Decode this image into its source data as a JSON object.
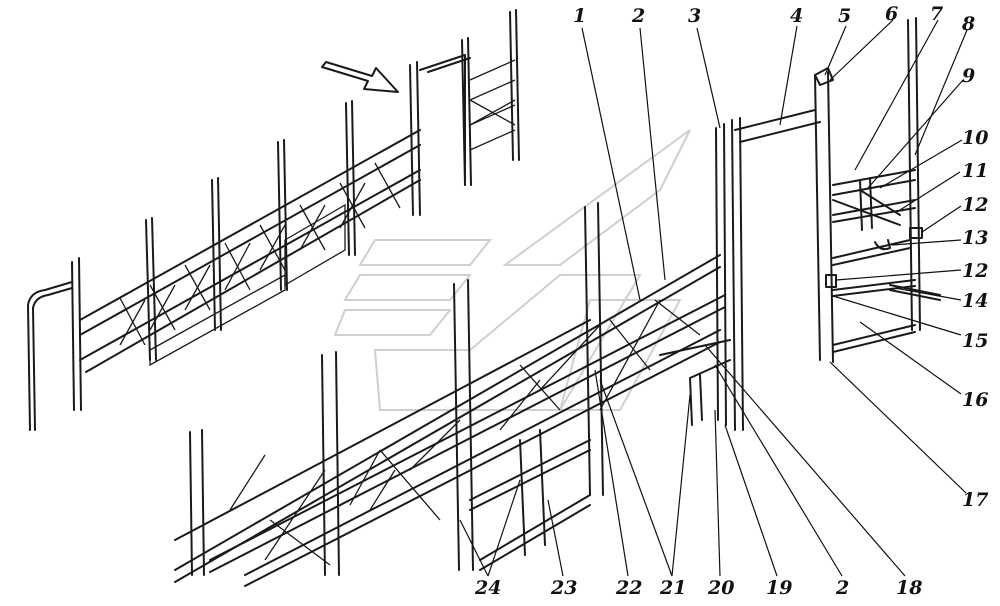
{
  "callouts": [
    {
      "id": "c1",
      "text": "1"
    },
    {
      "id": "c2a",
      "text": "2"
    },
    {
      "id": "c3",
      "text": "3"
    },
    {
      "id": "c4",
      "text": "4"
    },
    {
      "id": "c5",
      "text": "5"
    },
    {
      "id": "c6",
      "text": "6"
    },
    {
      "id": "c7",
      "text": "7"
    },
    {
      "id": "c8",
      "text": "8"
    },
    {
      "id": "c9",
      "text": "9"
    },
    {
      "id": "c10",
      "text": "10"
    },
    {
      "id": "c11",
      "text": "11"
    },
    {
      "id": "c12a",
      "text": "12"
    },
    {
      "id": "c13",
      "text": "13"
    },
    {
      "id": "c12b",
      "text": "12"
    },
    {
      "id": "c14",
      "text": "14"
    },
    {
      "id": "c15",
      "text": "15"
    },
    {
      "id": "c16",
      "text": "16"
    },
    {
      "id": "c17",
      "text": "17"
    },
    {
      "id": "c18",
      "text": "18"
    },
    {
      "id": "c2b",
      "text": "2"
    },
    {
      "id": "c19",
      "text": "19"
    },
    {
      "id": "c20",
      "text": "20"
    },
    {
      "id": "c21",
      "text": "21"
    },
    {
      "id": "c22",
      "text": "22"
    },
    {
      "id": "c23",
      "text": "23"
    },
    {
      "id": "c24",
      "text": "24"
    }
  ]
}
